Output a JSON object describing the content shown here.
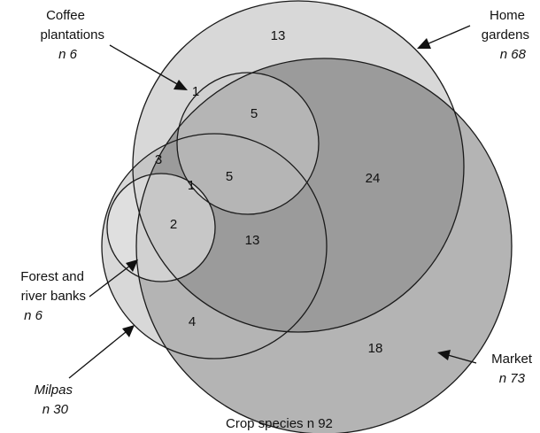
{
  "title": "Crop species n 92",
  "sets": {
    "coffee": {
      "name": "Coffee",
      "name2": "plantations",
      "n": "n 6"
    },
    "home": {
      "name": "Home",
      "name2": "gardens",
      "n": "n 68"
    },
    "forest": {
      "name": "Forest and",
      "name2": "river banks",
      "n": "n 6"
    },
    "milpas": {
      "name": "Milpas",
      "n": "n 30"
    },
    "market": {
      "name": "Market",
      "n": "n 73"
    }
  },
  "counts": {
    "home_only": "13",
    "coffee_home": "1",
    "coffee_home_market": "5",
    "home_market": "24",
    "home_milpas": "3",
    "coffee_home_milpas_forest": "1",
    "coffee_home_milpas_market": "5",
    "forest_home_milpas": "2",
    "home_milpas_market": "13",
    "milpas_market": "4",
    "market_only": "18"
  },
  "colors": {
    "light_fill": "#d8d8d8",
    "mid_fill": "#b4b4b4",
    "dark_fill": "#9b9b9b",
    "outline": "#1a1a1a"
  }
}
